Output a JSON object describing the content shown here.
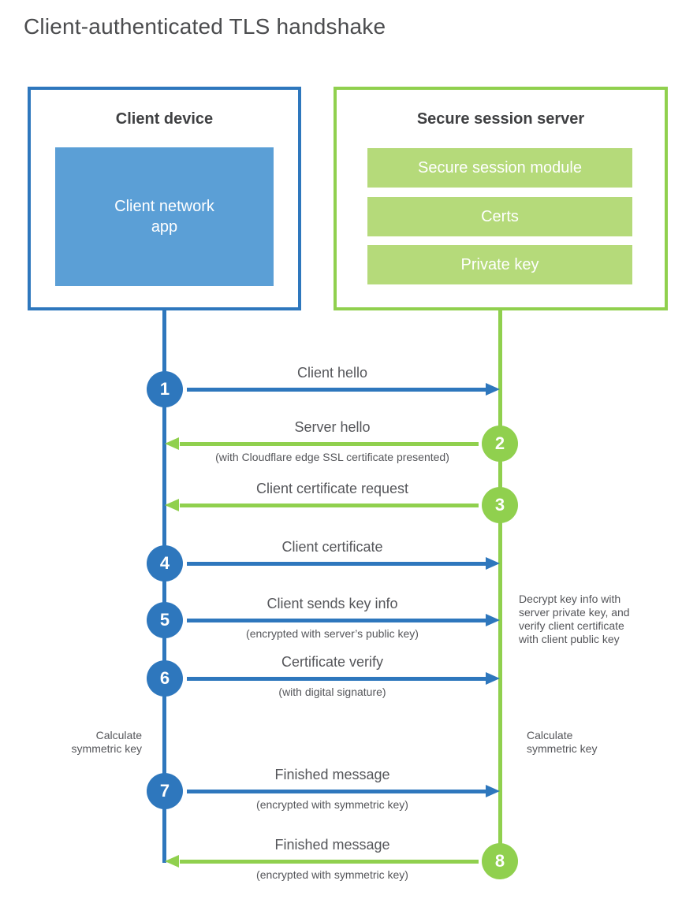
{
  "page": {
    "title": "Client-authenticated TLS handshake"
  },
  "client": {
    "title": "Client device",
    "app_label": "Client network\napp"
  },
  "server": {
    "title": "Secure session server",
    "modules": [
      "Secure session module",
      "Certs",
      "Private key"
    ]
  },
  "flows": [
    {
      "num": "1",
      "label": "Client hello",
      "sublabel": "",
      "direction": "client-to-server"
    },
    {
      "num": "2",
      "label": "Server hello",
      "sublabel": "(with Cloudflare edge SSL certificate presented)",
      "direction": "server-to-client"
    },
    {
      "num": "3",
      "label": "Client certificate request",
      "sublabel": "",
      "direction": "server-to-client"
    },
    {
      "num": "4",
      "label": "Client certificate",
      "sublabel": "",
      "direction": "client-to-server"
    },
    {
      "num": "5",
      "label": "Client sends key info",
      "sublabel": "(encrypted with server’s public key)",
      "direction": "client-to-server"
    },
    {
      "num": "6",
      "label": "Certificate verify",
      "sublabel": "(with digital signature)",
      "direction": "client-to-server"
    },
    {
      "num": "7",
      "label": "Finished message",
      "sublabel": "(encrypted with symmetric key)",
      "direction": "client-to-server"
    },
    {
      "num": "8",
      "label": "Finished message",
      "sublabel": "(encrypted with symmetric key)",
      "direction": "server-to-client"
    }
  ],
  "notes": {
    "server_decrypt": "Decrypt key info with\nserver private key, and\nverify client certificate\nwith client public key",
    "client_calculate": "Calculate\nsymmetric key",
    "server_calculate": "Calculate\nsymmetric key"
  },
  "colors": {
    "blue": "#2e77bd",
    "blue_fill": "#5b9fd6",
    "green": "#90d04e",
    "green_fill": "#b5da7a",
    "text_dark": "#3f4042",
    "text_gray": "#55565a"
  }
}
